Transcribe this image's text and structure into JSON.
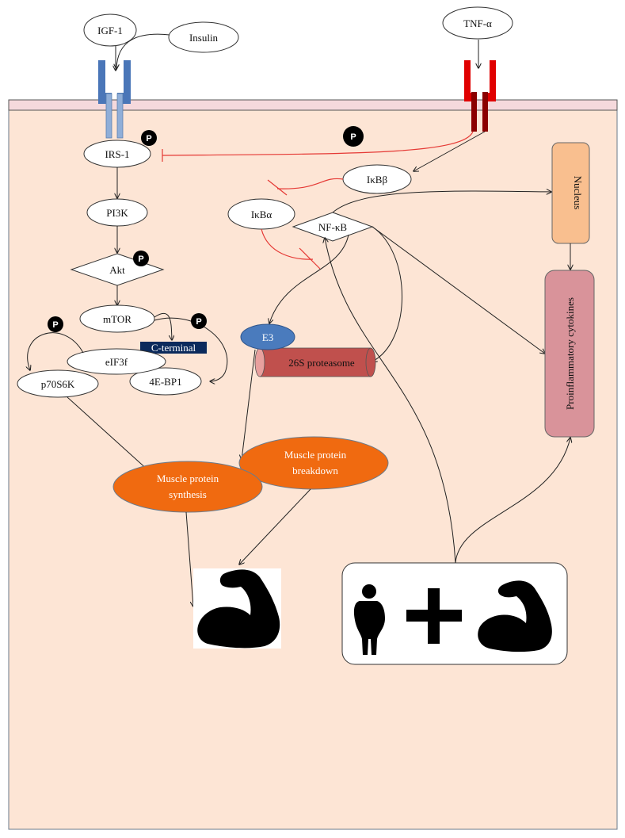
{
  "colors": {
    "cell_fill": "#fde5d5",
    "membrane": "#f5d9dc",
    "igf_receptor": "#4a76b8",
    "igf_receptor_inner": "#8faed8",
    "tnf_receptor": "#e00000",
    "tnf_receptor_inner": "#8b0000",
    "inhibition": "#e53935",
    "nucleus": "#f9bf8f",
    "cytokines": "#d9939a",
    "muscle_ellipse": "#f06a10",
    "e3": "#4a7bbd",
    "proteasome": "#c0504d",
    "c_terminal": "#0b2a5c"
  },
  "ligands": {
    "igf1": "IGF-1",
    "insulin": "Insulin",
    "tnf": "TNF-α"
  },
  "nodes": {
    "irs1": "IRS-1",
    "pi3k": "PI3K",
    "akt": "Akt",
    "mtor": "mTOR",
    "c_terminal": "C-terminal",
    "eif3f": "eIF3f",
    "p70s6k": "p70S6K",
    "fourebp1": "4E-BP1",
    "ikbb": "IκBβ",
    "ikba": "IκBα",
    "nfkb": "NF-κB",
    "e3": "E3",
    "proteasome": "26S proteasome",
    "nucleus": "Nucleus",
    "cytokines": "Proinflammatory cytokines",
    "synthesis_line1": "Muscle protein",
    "synthesis_line2": "synthesis",
    "breakdown_line1": "Muscle protein",
    "breakdown_line2": "breakdown"
  },
  "phospho_label": "P",
  "icons": [
    "muscle-arm-icon",
    "obese-person-icon",
    "plus-icon"
  ]
}
